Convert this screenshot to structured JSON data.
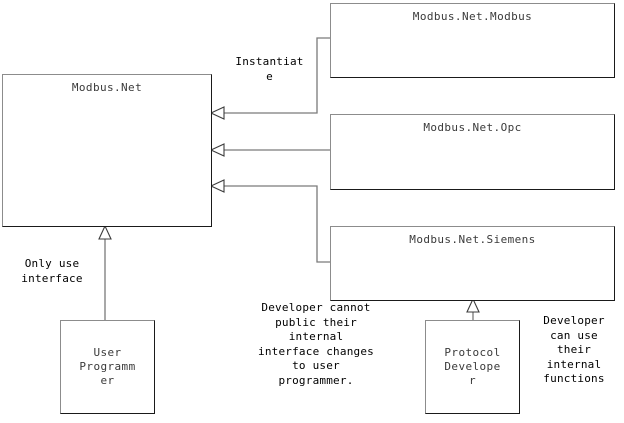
{
  "diagram": {
    "type": "uml-class-diagram",
    "background_color": "#ffffff",
    "box_border_light": "#8c8c8c",
    "box_border_dark": "#1a1a1a",
    "wire_color": "#7a7a7a",
    "title_color": "#3a3a3a",
    "note_color": "#000000"
  },
  "boxes": {
    "core": {
      "label": "Modbus.Net"
    },
    "modbus": {
      "label": "Modbus.Net.Modbus"
    },
    "opc": {
      "label": "Modbus.Net.Opc"
    },
    "siemens": {
      "label": "Modbus.Net.Siemens"
    },
    "user_programmer": {
      "label": "User\nProgramm\ner"
    },
    "protocol_developer": {
      "label": "Protocol\nDevelope\nr"
    }
  },
  "notes": {
    "instantiate": {
      "label": "Instantiat\ne"
    },
    "only_use_interface": {
      "label": "Only use\ninterface"
    },
    "developer_cannot_public": {
      "label": "Developer cannot\npublic their\ninternal\ninterface changes\nto user\nprogrammer."
    },
    "developer_can_use": {
      "label": "Developer\ncan use\ntheir\ninternal\nfunctions"
    }
  },
  "connectors": [
    {
      "name": "modbus-to-core",
      "kind": "realization-arrow",
      "direction": "left"
    },
    {
      "name": "opc-to-core",
      "kind": "realization-arrow",
      "direction": "left"
    },
    {
      "name": "siemens-to-core",
      "kind": "realization-arrow",
      "direction": "left"
    },
    {
      "name": "user-programmer-to-core",
      "kind": "generalization-arrow",
      "direction": "up"
    },
    {
      "name": "protocol-developer-to-siemens",
      "kind": "generalization-arrow",
      "direction": "up"
    }
  ]
}
